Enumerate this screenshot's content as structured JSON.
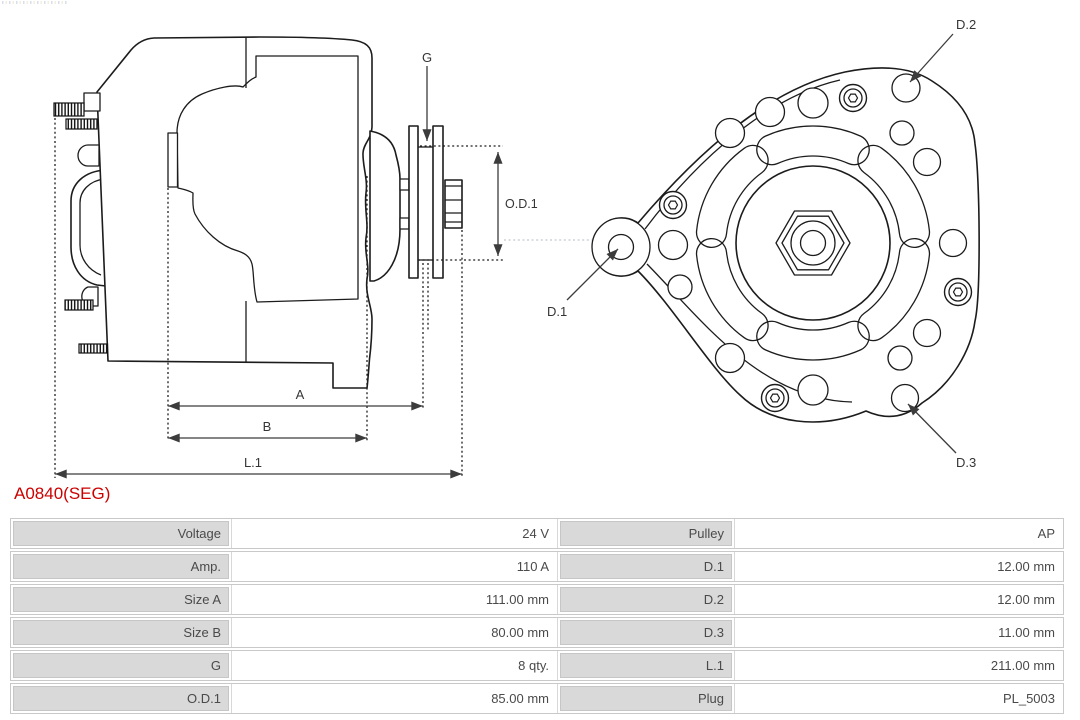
{
  "page": {
    "title": "A0840(SEG)"
  },
  "drawing": {
    "side_view_labels": {
      "g": "G",
      "od1": "O.D.1",
      "dim_a": "A",
      "dim_b": "B",
      "dim_l1": "L.1"
    },
    "rear_view_labels": {
      "d1": "D.1",
      "d2": "D.2",
      "d3": "D.3"
    }
  },
  "spec_table": {
    "rows": [
      {
        "left_label": "Voltage",
        "left_value": "24 V",
        "right_label": "Pulley",
        "right_value": "AP"
      },
      {
        "left_label": "Amp.",
        "left_value": "110 A",
        "right_label": "D.1",
        "right_value": "12.00 mm"
      },
      {
        "left_label": "Size A",
        "left_value": "111.00 mm",
        "right_label": "D.2",
        "right_value": "12.00 mm"
      },
      {
        "left_label": "Size B",
        "left_value": "80.00 mm",
        "right_label": "D.3",
        "right_value": "11.00 mm"
      },
      {
        "left_label": "G",
        "left_value": "8 qty.",
        "right_label": "L.1",
        "right_value": "211.00 mm"
      },
      {
        "left_label": "O.D.1",
        "left_value": "85.00 mm",
        "right_label": "Plug",
        "right_value": "PL_5003"
      }
    ]
  },
  "colors": {
    "accent_red": "#cc0000",
    "table_label_bg": "#d9d9d9",
    "table_border": "#c9c9c9",
    "line_color": "#1c1c1c",
    "dimension_color": "#3c3c3c"
  }
}
